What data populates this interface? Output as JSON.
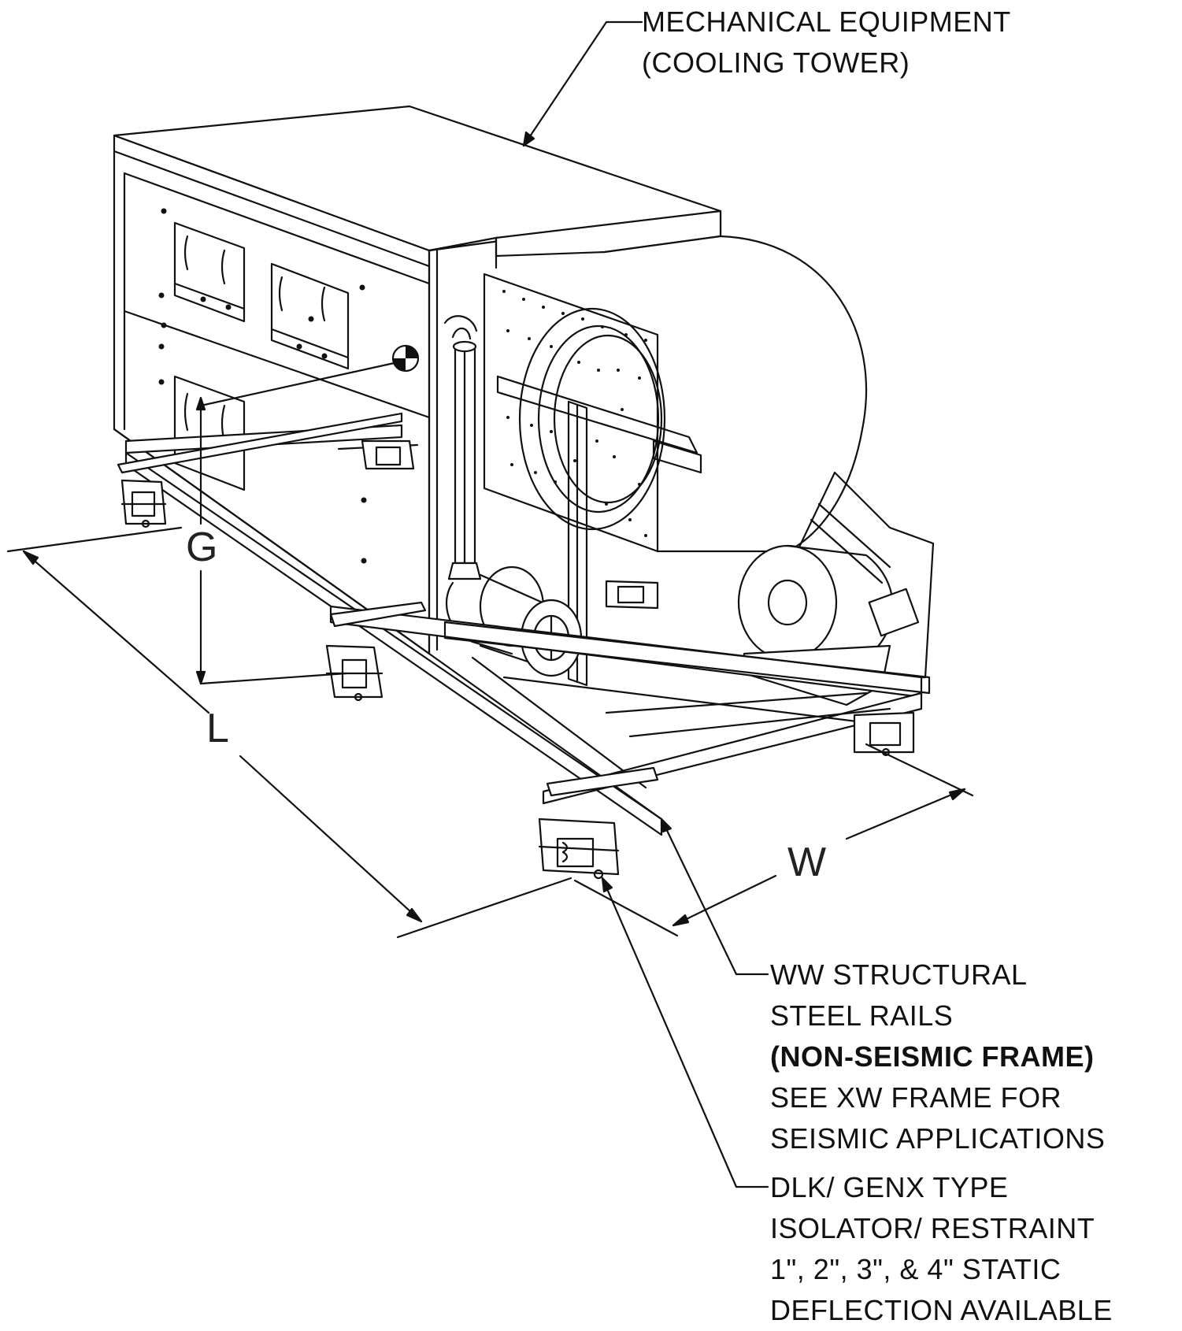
{
  "labels": {
    "equipment": [
      "MECHANICAL EQUIPMENT",
      "(COOLING TOWER)"
    ],
    "rails": [
      "WW  STRUCTURAL",
      "STEEL  RAILS"
    ],
    "rails_bold": "(NON-SEISMIC FRAME)",
    "rails_note": [
      "SEE XW FRAME FOR",
      "SEISMIC APPLICATIONS"
    ],
    "isolator": [
      "DLK/ GENX TYPE",
      "ISOLATOR/ RESTRAINT",
      "1\", 2\", 3\", & 4\"  STATIC",
      "DEFLECTION AVAILABLE"
    ]
  },
  "dimensions": {
    "length": "L",
    "width": "W",
    "center_of_gravity_height": "G"
  },
  "colors": {
    "line": "#111111",
    "background": "#ffffff"
  },
  "icons": [
    "center-of-gravity-icon"
  ]
}
